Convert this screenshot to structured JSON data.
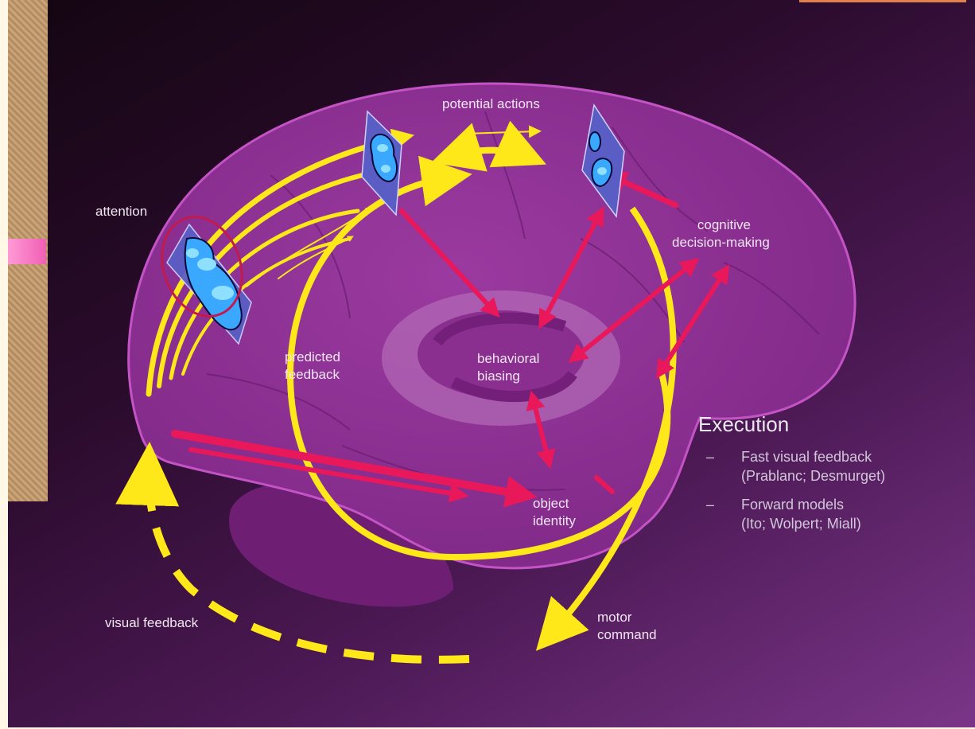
{
  "colors": {
    "yellow_arrow": "#ffe81a",
    "red_arrow": "#e8185a",
    "brain_fill": "#8a2f8f",
    "activation_blue": "#3aa8ff",
    "background_dark": "#1a0818"
  },
  "labels": {
    "potential_actions": "potential actions",
    "attention": "attention",
    "cognitive_line1": "cognitive",
    "cognitive_line2": "decision-making",
    "predicted_line1": "predicted",
    "predicted_line2": "feedback",
    "behavioral_line1": "behavioral",
    "behavioral_line2": "biasing",
    "object_line1": "object",
    "object_line2": "identity",
    "visual_feedback": "visual feedback",
    "motor_line1": "motor",
    "motor_line2": "command"
  },
  "execution": {
    "heading": "Execution",
    "bullets": [
      {
        "dash": "–",
        "line1": "Fast visual feedback",
        "line2": "(Prablanc; Desmurget)"
      },
      {
        "dash": "–",
        "line1": "Forward models",
        "line2": "(Ito; Wolpert; Miall)"
      }
    ]
  }
}
